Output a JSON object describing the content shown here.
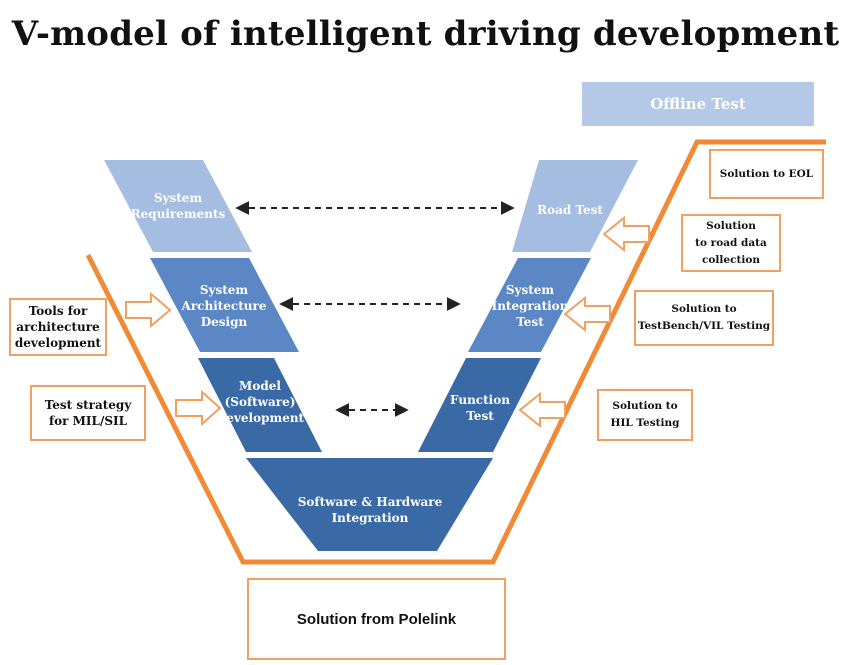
{
  "title": "V-model of intelligent driving development",
  "offline_test": "Offline Test",
  "left_blocks": [
    {
      "label": "System\nRequirements",
      "color": "#a4bde0"
    },
    {
      "label": "System\nArchitecture\nDesign",
      "color": "#5b88c4"
    },
    {
      "label": "Model\n(Software)\nDevelopment",
      "color": "#3a6aa6"
    }
  ],
  "right_blocks": [
    {
      "label": "Road Test",
      "color": "#a4bde0"
    },
    {
      "label": "System\nIntegration\nTest",
      "color": "#5b88c4"
    },
    {
      "label": "Function\nTest",
      "color": "#3a6aa6"
    }
  ],
  "bottom_block": {
    "label": "Software & Hardware\nIntegration",
    "color": "#3a6aa6"
  },
  "left_callouts": [
    {
      "label": "Tools for\narchitecture\ndevelopment"
    },
    {
      "label": "Test strategy\nfor MIL/SIL"
    }
  ],
  "right_callouts": [
    {
      "label": "Solution to EOL"
    },
    {
      "label": "Solution\nto road data\ncollection"
    },
    {
      "label": "Solution to\nTestBench/VIL Testing"
    },
    {
      "label": "Solution to\nHIL Testing"
    }
  ],
  "footer": "Solution from Polelink",
  "colors": {
    "orange": "#f08a36",
    "orange_light": "#f0a060",
    "arrow": "#222222"
  }
}
